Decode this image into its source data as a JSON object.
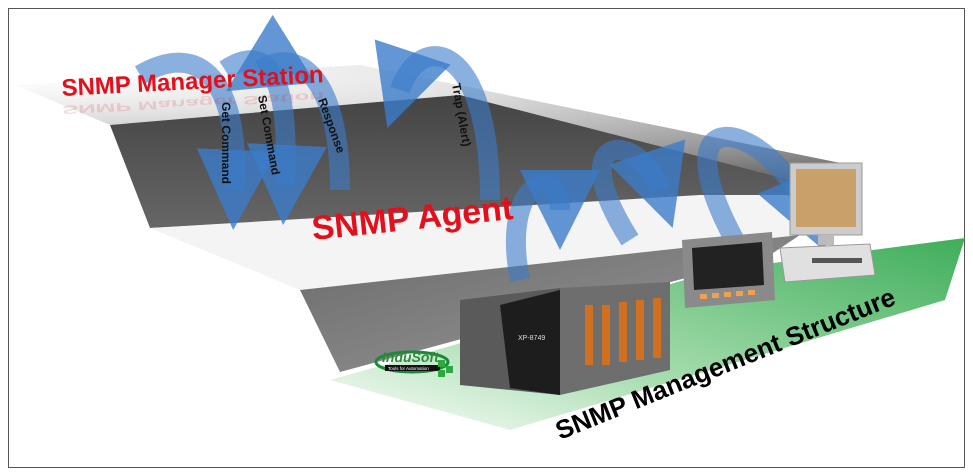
{
  "diagram": {
    "manager_station": "SNMP Manager Station",
    "agent": "SNMP Agent",
    "structure_title": "SNMP Management Structure",
    "arrows": [
      "Get Command",
      "Set Command",
      "Response",
      "Trap (Alert)"
    ],
    "logo": {
      "name": "InduSoft",
      "tagline": "Tools for Automation"
    },
    "device_label": "XP-8749",
    "colors": {
      "title_red": "#e0101c",
      "arrow_blue": "#3b7cc9",
      "floor_green": "#3fae5a",
      "wall_gray": "#555555"
    }
  }
}
